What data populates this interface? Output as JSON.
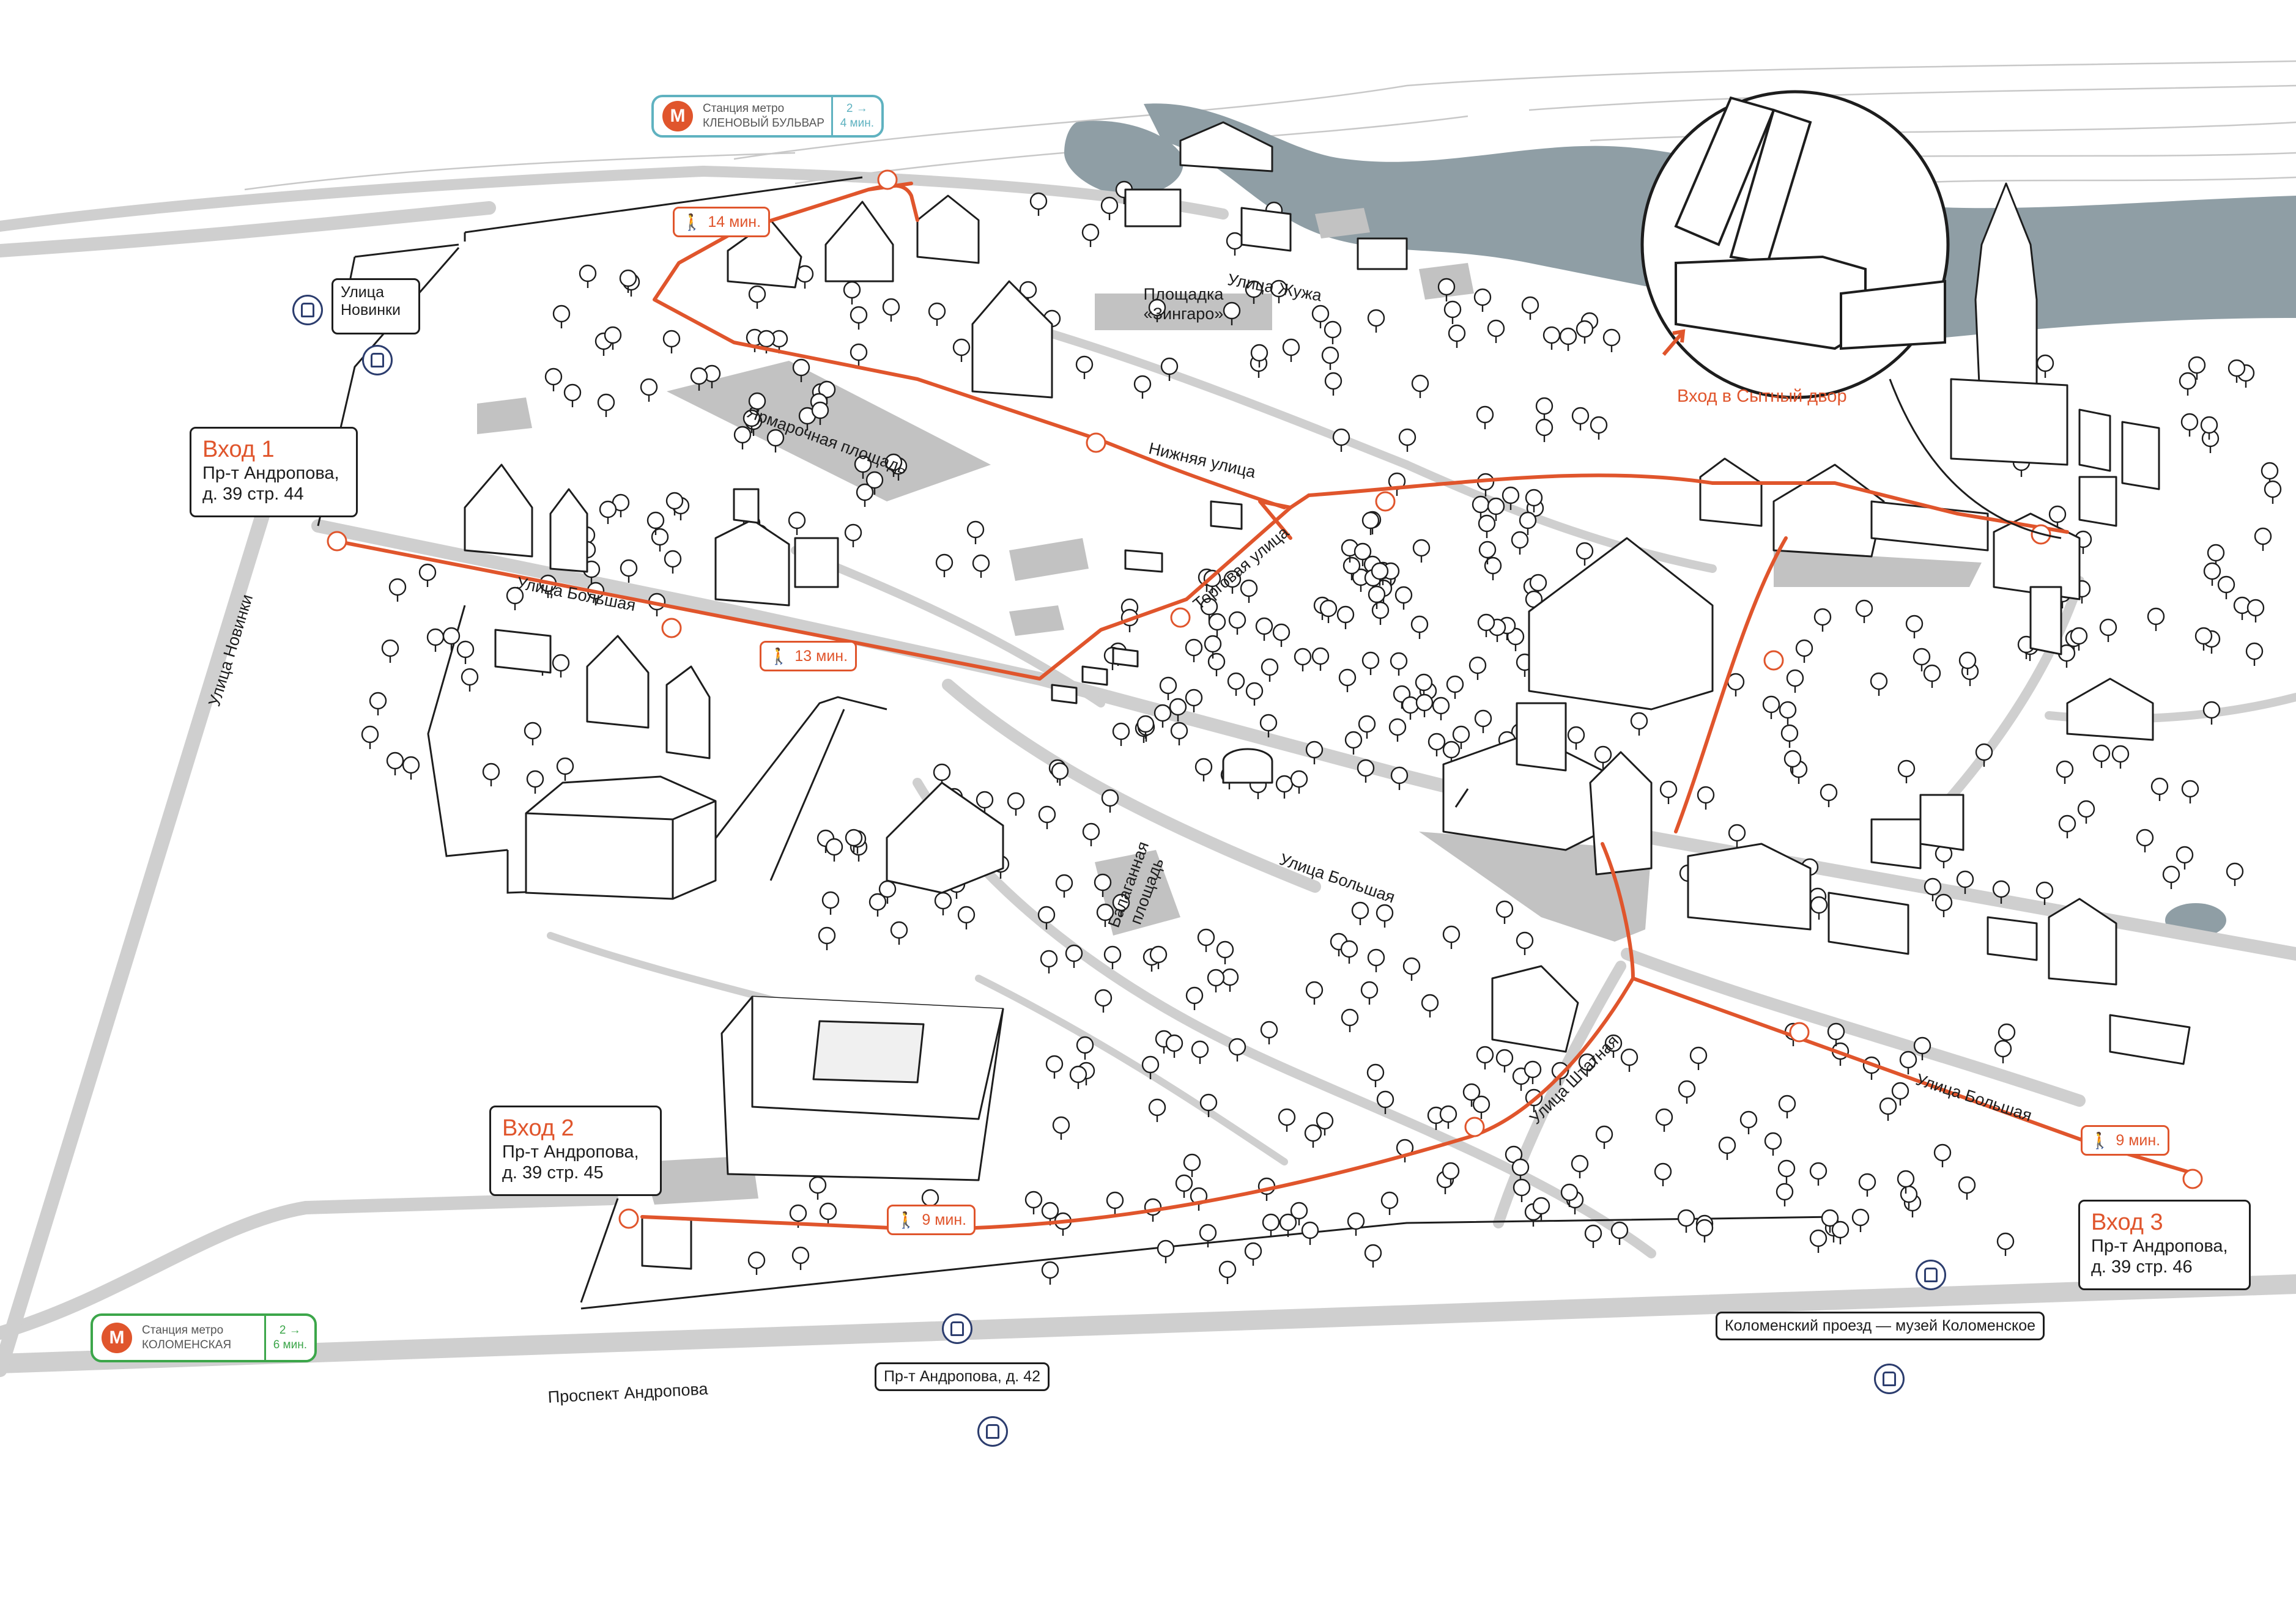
{
  "metro": {
    "klenovy": {
      "label": "Станция метро",
      "name": "КЛЕНОВЫЙ БУЛЬВАР",
      "time_top": "2 →",
      "time_bottom": "4 мин.",
      "color": "#5fb2c0"
    },
    "kolomenskaya": {
      "label": "Станция метро",
      "name": "КОЛОМЕНСКАЯ",
      "time_top": "2 →",
      "time_bottom": "6 мин.",
      "color": "#3ca64a"
    },
    "logo_letter": "М"
  },
  "entrances": {
    "e1": {
      "title": "Вход 1",
      "address_line1": "Пр-т Андропова,",
      "address_line2": "д. 39 стр. 44"
    },
    "e2": {
      "title": "Вход 2",
      "address_line1": "Пр-т Андропова,",
      "address_line2": "д. 39 стр. 45"
    },
    "e3": {
      "title": "Вход 3",
      "address_line1": "Пр-т Андропова,",
      "address_line2": "д. 39 стр. 46"
    }
  },
  "walk_times": {
    "w14": "14 мин.",
    "w13": "13 мин.",
    "w9a": "9 мин.",
    "w9b": "9 мин."
  },
  "bus_stops": {
    "novinki": {
      "line1": "Улица",
      "line2": "Новинки"
    },
    "andropova42": "Пр-т Андропова, д. 42",
    "kolomensky": "Коломенский проезд — музей Коломенское"
  },
  "streets": {
    "novinki": "Улица Новинки",
    "bolshaya_west": "Улица Большая",
    "bolshaya_center": "Улица Большая",
    "bolshaya_east": "Улица Большая",
    "zhuzha": "Улица Жужа",
    "nizhnyaya": "Нижняя улица",
    "torgovaya": "Торговая улица",
    "shtatnaya": "Улица Штатная",
    "andropova": "Проспект Андропова"
  },
  "areas": {
    "zingaro_line1": "Площадка",
    "zingaro_line2": "«Зингаро»",
    "yarmarochnaya": "Ярмарочная площадь",
    "balagannaya_line1": "Балаганная",
    "balagannaya_line2": "площадь"
  },
  "zoom": {
    "caption": "Вход в Сытный двор"
  },
  "colors": {
    "route": "#e0552c",
    "road": "#cfcfcf",
    "plaza": "#c2c2c2",
    "water": "#8f9ea5",
    "outline": "#1d1d1d",
    "bus": "#2c3d6e"
  }
}
